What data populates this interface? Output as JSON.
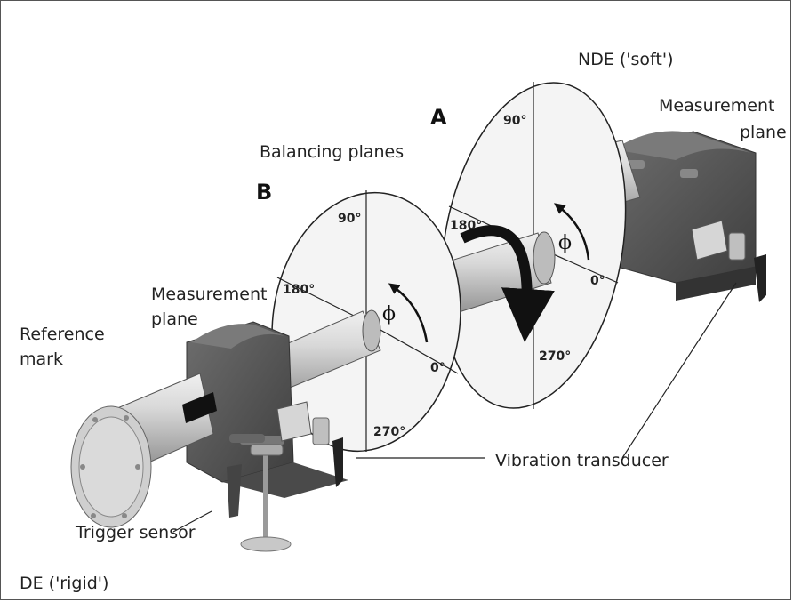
{
  "labels": {
    "nde": "NDE ('soft')",
    "measurement_plane_right_line1": "Measurement",
    "measurement_plane_right_line2": "plane",
    "plane_a": "A",
    "balancing_planes": "Balancing planes",
    "plane_b": "B",
    "measurement_plane_left_line1": "Measurement",
    "measurement_plane_left_line2": "plane",
    "reference_mark_line1": "Reference",
    "reference_mark_line2": "mark",
    "vibration_transducer": "Vibration transducer",
    "trigger_sensor": "Trigger sensor",
    "de": "DE ('rigid')"
  },
  "disc_a": {
    "deg_90": "90°",
    "deg_180": "180°",
    "deg_0": "0°",
    "deg_270": "270°",
    "phi": "ϕ"
  },
  "disc_b": {
    "deg_90": "90°",
    "deg_180": "180°",
    "deg_0": "0°",
    "deg_270": "270°",
    "phi": "ϕ"
  },
  "colors": {
    "housing": "#5a5a5a",
    "shaft": "#c8c8c8",
    "disc": "#f4f4f4",
    "text": "#222222"
  }
}
